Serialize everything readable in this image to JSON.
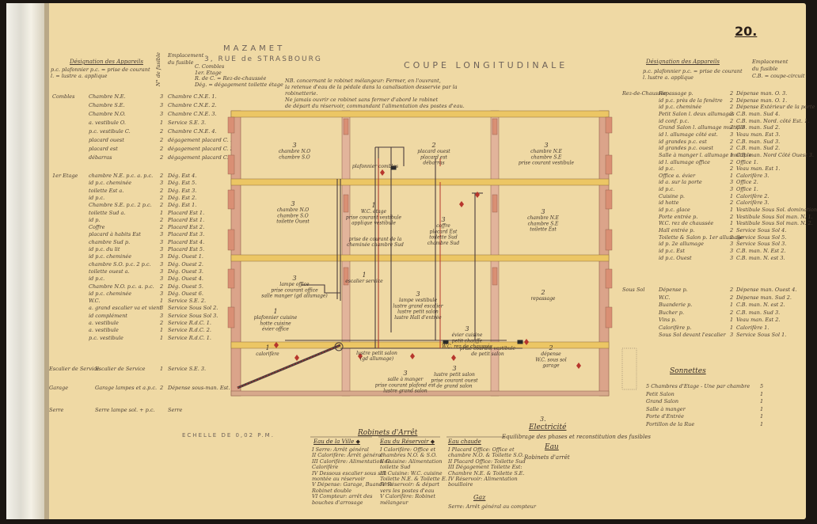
{
  "page_number": "20.",
  "header": {
    "city": "MAZAMET",
    "address": "3, RUE de STRASBOURG",
    "title": "COUPE LONGITUDINALE",
    "note_line1": "NB. concernant le robinet mélangeur: Fermer, en l'ouvrant,",
    "note_line2": "la retenue d'eau de la pédale dans la canalisation desservie par la",
    "note_line3": "robinetterie.",
    "note_line4": "Ne jamais ouvrir ce robinet sans fermer d'abord le robinet",
    "note_line5": "de départ du réservoir, commandant l'alimentation des postes d'eau."
  },
  "left_table": {
    "col1_header": "Désignation des Appareils",
    "col1_sub": "p.c. plafonnier   p.c. = prise de courant",
    "col1_sub2": "l. = lustre   a. applique",
    "col2_header": "Emplacement du fusible",
    "col3_header": "N° de fusible",
    "top_notes": [
      "C. Combles",
      "1er. Etage",
      "R. de C. = Rez-de-chaussée",
      "Dég. = dégagement toilette étage"
    ],
    "rows": [
      {
        "floor": "Combles",
        "appareil": "Chambre N.E.",
        "n": "3",
        "fusible": "Chambre C.N.E. 1."
      },
      {
        "floor": "",
        "appareil": "Chambre S.E.",
        "n": "3",
        "fusible": "Chambre C.N.E. 2."
      },
      {
        "floor": "",
        "appareil": "Chambre N.O.",
        "n": "3",
        "fusible": "Chambre C.N.E. 3."
      },
      {
        "floor": "",
        "appareil": "a. vestibule O.",
        "n": "1",
        "fusible": "Service S.E. 3."
      },
      {
        "floor": "",
        "appareil": "p.c. vestibule C.",
        "n": "2",
        "fusible": "Chambre C.N.E. 4."
      },
      {
        "floor": "",
        "appareil": "placard ouest",
        "n": "2",
        "fusible": "dégagement placard C. 1."
      },
      {
        "floor": "",
        "appareil": "placard est",
        "n": "2",
        "fusible": "dégagement placard C. 2."
      },
      {
        "floor": "",
        "appareil": "débarras",
        "n": "2",
        "fusible": "dégagement placard C. 3."
      },
      {
        "floor": "1er Etage",
        "appareil": "chambre N.E. p.c. a. p.c.",
        "n": "2",
        "fusible": "Dég. Est 4."
      },
      {
        "floor": "",
        "appareil": "id   p.c. cheminée",
        "n": "3",
        "fusible": "Dég. Est 5."
      },
      {
        "floor": "",
        "appareil": "toilette Est a.",
        "n": "2",
        "fusible": "Dég. Est 3."
      },
      {
        "floor": "",
        "appareil": "id   p.c.",
        "n": "2",
        "fusible": "Dég. Est 2."
      },
      {
        "floor": "",
        "appareil": "Chambre S.E. p.c. 2 p.c.",
        "n": "2",
        "fusible": "Dég. Est 1."
      },
      {
        "floor": "",
        "appareil": "toilette Sud a.",
        "n": "1",
        "fusible": "Placard Est 1."
      },
      {
        "floor": "",
        "appareil": "id   p.",
        "n": "2",
        "fusible": "Placard Est 1."
      },
      {
        "floor": "",
        "appareil": "Coffre",
        "n": "2",
        "fusible": "Placard Est 2."
      },
      {
        "floor": "",
        "appareil": "placard à habits Est",
        "n": "3",
        "fusible": "Placard Est 3."
      },
      {
        "floor": "",
        "appareil": "chambre Sud p.",
        "n": "3",
        "fusible": "Placard Est 4."
      },
      {
        "floor": "",
        "appareil": "id   p.c. du lit",
        "n": "3",
        "fusible": "Placard Est 5."
      },
      {
        "floor": "",
        "appareil": "id   p.c. cheminée",
        "n": "3",
        "fusible": "Dég. Ouest 1."
      },
      {
        "floor": "",
        "appareil": "chambre S.O. p.c. 2 p.c.",
        "n": "3",
        "fusible": "Dég. Ouest 2."
      },
      {
        "floor": "",
        "appareil": "toilette ouest a.",
        "n": "3",
        "fusible": "Dég. Ouest 3."
      },
      {
        "floor": "",
        "appareil": "id   p.c.",
        "n": "3",
        "fusible": "Dég. Ouest 4."
      },
      {
        "floor": "",
        "appareil": "Chambre N.O. p.c. a. p.c.",
        "n": "2",
        "fusible": "Dég. Ouest 5."
      },
      {
        "floor": "",
        "appareil": "id   p.c. cheminée",
        "n": "3",
        "fusible": "Dég. Ouest 6."
      },
      {
        "floor": "",
        "appareil": "W.C.",
        "n": "1",
        "fusible": "Service S.E. 2."
      },
      {
        "floor": "",
        "appareil": "a. grand escalier  va et vient",
        "n": "3",
        "fusible": "Service Sous Sol 2."
      },
      {
        "floor": "",
        "appareil": "id   complément",
        "n": "3",
        "fusible": "Service Sous Sol 3."
      },
      {
        "floor": "",
        "appareil": "a. vestibule",
        "n": "2",
        "fusible": "Service R.d.C. 1."
      },
      {
        "floor": "",
        "appareil": "a. vestibule",
        "n": "1",
        "fusible": "Service R.d.C. 2."
      },
      {
        "floor": "",
        "appareil": "p.c. vestibule",
        "n": "1",
        "fusible": "Service R.d.C. 1."
      }
    ],
    "bottom_rows": [
      {
        "floor": "Escalier de Service",
        "appareil": "Escalier de Service",
        "n": "1",
        "fusible": "Service S.E. 3."
      },
      {
        "floor": "Garage",
        "appareil": "Garage  lampes et a.p.c.",
        "n": "2",
        "fusible": "Dépense sous-man. Est."
      },
      {
        "floor": "Serre",
        "appareil": "Serre  lampe sol. + p.c.",
        "n": "",
        "fusible": "Serre"
      }
    ]
  },
  "right_table": {
    "col1_header": "Désignation des Appareils",
    "col1_sub": "p.c. plafonnier   p.c. = prise de courant",
    "col1_sub2": "l. lustre   a. applique",
    "col2_header": "Emplacement du fusible",
    "col2_sub": "C.B. = coupe-circuit",
    "rows": [
      {
        "floor": "Rez-de-Chaussée",
        "appareil": "Repassage  p.",
        "n": "2",
        "fusible": "Dépense man. O. 3."
      },
      {
        "floor": "",
        "appareil": "id   p.c. près de la fenêtre",
        "n": "2",
        "fusible": "Dépense man. O. 1."
      },
      {
        "floor": "",
        "appareil": "id   p.c. cheminée",
        "n": "2",
        "fusible": "Dépense Extérieur de la porte"
      },
      {
        "floor": "",
        "appareil": "Petit Salon  l. deux allumages",
        "n": "2",
        "fusible": "C.B. man. Sud 4."
      },
      {
        "floor": "",
        "appareil": "id   conf. p.c.",
        "n": "2",
        "fusible": "C.B. man. Nord. côté Est. 1."
      },
      {
        "floor": "",
        "appareil": "Grand Salon  l. allumage multiple",
        "n": "2",
        "fusible": "C.B. man. Sud 2."
      },
      {
        "floor": "",
        "appareil": "id   l. allumage côté est.",
        "n": "3",
        "fusible": "Veau man. Est 3."
      },
      {
        "floor": "",
        "appareil": "id   grandes p.c. est",
        "n": "2",
        "fusible": "C.B. man. Sud 3."
      },
      {
        "floor": "",
        "appareil": "id   grandes p.c. ouest",
        "n": "2",
        "fusible": "C.B. man. Sud 2."
      },
      {
        "floor": "",
        "appareil": "Salle à manger  l. allumage multiple",
        "n": "1",
        "fusible": "C.B. man. Nord Côté Ouest 3."
      },
      {
        "floor": "",
        "appareil": "id   l. allumage office",
        "n": "2",
        "fusible": "Office 1."
      },
      {
        "floor": "",
        "appareil": "id   p.c.",
        "n": "2",
        "fusible": "Veau man. Est 1."
      },
      {
        "floor": "",
        "appareil": "Office  a. évier",
        "n": "1",
        "fusible": "Calorifère 3."
      },
      {
        "floor": "",
        "appareil": "id   a. sur la porte",
        "n": "3",
        "fusible": "Office 2."
      },
      {
        "floor": "",
        "appareil": "id   p.c.",
        "n": "3",
        "fusible": "Office 1."
      },
      {
        "floor": "",
        "appareil": "Cuisine  p.",
        "n": "1",
        "fusible": "Calorifère 2."
      },
      {
        "floor": "",
        "appareil": "id   hotte",
        "n": "2",
        "fusible": "Calorifère 3."
      },
      {
        "floor": "",
        "appareil": "id   p.c. glace",
        "n": "1",
        "fusible": "Vestibule Sous Sol. domination"
      },
      {
        "floor": "",
        "appareil": "Porte entrée  p.",
        "n": "2",
        "fusible": "Vestibule Sous Sol man. N. 1."
      },
      {
        "floor": "",
        "appareil": "W.C. rez de chaussée",
        "n": "1",
        "fusible": "Vestibule Sous Sol man. N. 2."
      },
      {
        "floor": "",
        "appareil": "Hall entrée  p.",
        "n": "2",
        "fusible": "Service Sous Sol 4."
      },
      {
        "floor": "",
        "appareil": "Toilette & Salon  p. 1er allumage",
        "n": "2",
        "fusible": "Service Sous Sol 5."
      },
      {
        "floor": "",
        "appareil": "id   p. 2e allumage",
        "n": "3",
        "fusible": "Service Sous Sol 3."
      },
      {
        "floor": "",
        "appareil": "id   p.c. Est",
        "n": "3",
        "fusible": "C.B. man. N. Est 2."
      },
      {
        "floor": "",
        "appareil": "id   p.c. Ouest",
        "n": "3",
        "fusible": "C.B. man. N. est 3."
      }
    ],
    "sous_sol_rows": [
      {
        "floor": "Sous Sol",
        "appareil": "Dépense  p.",
        "n": "2",
        "fusible": "Dépense man. Ouest 4."
      },
      {
        "floor": "",
        "appareil": "W.C.",
        "n": "2",
        "fusible": "Dépense man. Sud 2."
      },
      {
        "floor": "",
        "appareil": "Buanderie  p.",
        "n": "1",
        "fusible": "C.B. man. N. est 2."
      },
      {
        "floor": "",
        "appareil": "Bucher  p.",
        "n": "2",
        "fusible": "C.B. man. Sud 3."
      },
      {
        "floor": "",
        "appareil": "Vins  p.",
        "n": "1",
        "fusible": "Veau man. Est 2."
      },
      {
        "floor": "",
        "appareil": "Calorifère  p.",
        "n": "1",
        "fusible": "Calorifère 1."
      },
      {
        "floor": "",
        "appareil": "Sous Sol  devant l'escalier",
        "n": "3",
        "fusible": "Service Sous Sol 1."
      }
    ]
  },
  "sonnettes": {
    "title": "Sonnettes",
    "rows": [
      {
        "label": "5 Chambres d'Etage  - Une par chambre",
        "n": "5"
      },
      {
        "label": "Petit Salon",
        "n": "1"
      },
      {
        "label": "Grand Salon",
        "n": "1"
      },
      {
        "label": "Salle à manger",
        "n": "1"
      },
      {
        "label": "Porte d'Entrée",
        "n": "1"
      },
      {
        "label": "Portillon de la Rue",
        "n": "1"
      }
    ]
  },
  "section": {
    "label3": "3.",
    "electricite": "Electricité",
    "equilibrage": "Equilibrage des phases et reconstitution des fusibles",
    "eau": "Eau",
    "robinets": "Robinets d'arrêt"
  },
  "robinets_d_arret": {
    "title": "Robinets d'Arrêt",
    "eau_ville_title": "Eau de la Ville ◆",
    "eau_ville": [
      "I  Serre: Arrêt général",
      "II Calorifère: Arrêt général",
      "III Calorifère: Alimentation de",
      "   Calorifère",
      "IV Dessous escalier sous sol:",
      "   montée au réservoir",
      "V  Dépense: Garage, Buanderie",
      "   Robinet double",
      "VI Compteur: arrêt des",
      "   bouches d'arrosage"
    ],
    "eau_reservoir_title": "Eau du Réservoir ◆",
    "eau_reservoir": [
      "I  Calorifère: Office et",
      "   chambres N.O. & S.O.",
      "II Cuisine: Alimentation",
      "   toilette Sud",
      "III Cuisine: W.C. cuisine",
      "   Toilette N.E. & Toilette E.",
      "IV Réservoir: & départ",
      "   vers les postes d'eau",
      "V  Calorifère: Robinet",
      "   mélangeur"
    ],
    "eau_chaude_title": "Eau chaude",
    "eau_chaude": [
      "I  Placard Office: Office et",
      "   chambre N.O. & Toilette S.O.",
      "II Placard Office: Toilette Sud",
      "III Dégagement Toilette Est:",
      "   Chambre N.E. & Toilette S.E.",
      "IV Réservoir: Alimentation",
      "   bouilloire"
    ],
    "gaz_title": "Gaz",
    "gaz": "Serre: Arrêt général au compteur"
  },
  "echelle": "ECHELLE DE 0,02 P.M.",
  "rooms": {
    "combles_left": "3\nchambre N.O\nchambre S.O",
    "combles_mid": "2\nplacard ouest\nplacard est\ndébarras",
    "combles_right": "3\nchambre N.E\nchambre S.E\nprise courant vestibule",
    "etage_left": "3\nchambre N.O\nchambre S.O\ntoilette Ouest",
    "etage_mid1": "1\nW.C. étage\nprise courant vestibule\napplique vestibule",
    "etage_mid2": "3\ncoffre\nplacard Est\ntoilette Sud\nchambre Sud",
    "etage_right": "3\nchambre N.E\nchambre S.E\ntoilette Est",
    "rdc_left": "3\nlampe office\nprise courant office\nsalle manger (gd allumage)",
    "rdc_mid": "3\nlampe vestibule\nlustre grand escalier\nlustre petit salon\nlustre Hall d'entrée",
    "rdc_right": "2\nrepassage",
    "ss_left": "1\nplafonnier cuisine\nhotte cuisine\névier office",
    "ss_calo": "1\ncalorifère",
    "ss_mid": "3\névier cuisine\npetit chauffe\nW.C. rez de chaussée",
    "ss_right": "2\ndépense\nW.C. sous sol\ngarage",
    "ss_bottom": "3\nsalle à manger\nprise courant plafond est\nlustre grand salon",
    "ss_bottom2": "3\nlustre petit salon\nprise courant ouest\nde grand salon",
    "escalier_serv": "1\nescalier service",
    "plafonnier_combles": "plafonnier combles",
    "prise_ch_sud": "prise de courant de la\ncheminée chambre Sud",
    "lustre_bas": "lustre petit salon\n(gd allumage)",
    "repas": "prise courant vestibule\nde petit salon"
  },
  "colors": {
    "paper": "#efd9a4",
    "ink": "#4a3d33",
    "floor_yellow": "#ecc664",
    "brick": "#d98f74",
    "pipe_red": "#b7362d"
  }
}
